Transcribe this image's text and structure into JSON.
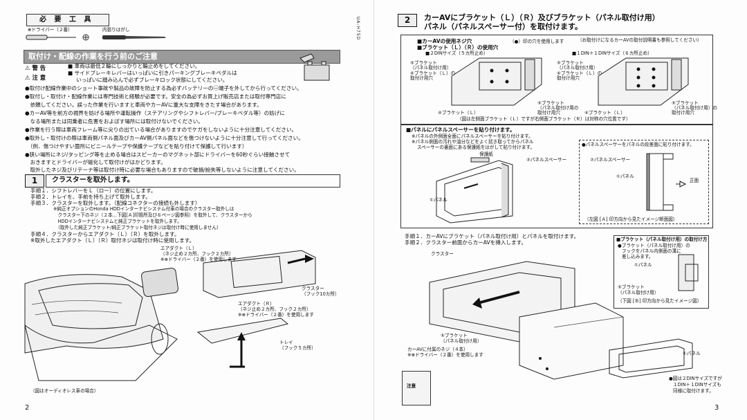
{
  "tools": {
    "title": "必 要 工 具",
    "driver": "⊕ドライバー（２番）",
    "remover": "内張りはがし"
  },
  "model_code": "UA-H75D",
  "caution": {
    "title": "取付け・配線の作業を行う前のご注意",
    "warning_label": "警 告",
    "caution_label": "注 意",
    "warning_text": [
      "車両は最低２輪にしっかりと輪止めをしてください。",
      "サイドブレーキレバーはいっぱいに引きパーキングブレーキペダルは",
      "いっぱいに踏み込んで必ずブレーキロック状態にしてください。"
    ],
    "items": [
      "●取付け配線作業中のショート事故や製品の故障を防止する為必ずバッテリーの㊀端子を外してから行ってください。",
      "●取付し・取付け・配線作業には専門技術と経験が必要です。安全の為必ずお買上げ販売店または取付専門店に",
      "　依頼してください。誤った作業を行いますと車両やカーAVに重大な支障をきたす場合があります。",
      "●カーAV等を前方の視界を妨げる場所や運転操作（ステアリングやシフトレバー/ブレーキペダル等）の妨げに",
      "　なる場所または同乗者に危害をおよぼす場所には取付けないでください。",
      "●作業を行う際は車両フレーム等に尖りの出ている場合がありますのでケガをしないように十分注意してください。",
      "●取外し・取付けの際は車両側パネル面及びカーAV側パネル面などを傷つけないように十分注意して行ってください。",
      "　（例．傷つけやすい箇所にビニールテープや保護テープなどを貼り付けて保護して行います）",
      "●狭い場所にネジ/タッピング等を止める場合はスピーカーのマグネット部にドライバーを60秒ぐらい接触させて",
      "　おきますとドライバーが磁化して取付けがはかどります。",
      "　取外したネジ及びリテーナ等は取付け時に必要な場合もありますので破損/紛失等しないように注意してください。"
    ]
  },
  "step1": {
    "number": "1",
    "title": "クラスターを取外します。",
    "lines": [
      "手順１．シフトレバーをＬ（ロー）の位置にします。",
      "手順２．トレイを、手前を持ち上げて取外します。",
      "手順３．クラスターを取外します。（配線コネクターの接続も外します）",
      "　　　　　※純正オプションのHonda HDDインターナビシステム付車の場合のクラスター取外しは",
      "　　　　　　クラスター下のネジ（２本…下図[Ａ]印箇所及び６ページ図参照）を取外して、クラスターから",
      "　　　　　　HDDインターナビシステムと純正ブラケットを取外します。",
      "　　　　　　（取外した純正ブラケット/純正ブラケット取付ネジは取付け時に使用しません）",
      "手順４．クラスターからエアダクト（Ｌ）（Ｒ）を取外します。",
      "※取外したエアダクト（Ｌ）（Ｒ）取付ネジは取付け時に使用します。"
    ],
    "airduct_l": [
      "エアダクト（Ｌ）",
      "（ネジ止め２カ所、フック２カ所）",
      "※⊕ドライバー（２番）を使用します"
    ],
    "airduct_r": [
      "エアダクト（Ｒ）",
      "（ネジ止め２カ所、フック２カ所）",
      "※⊕ドライバー（２番）を使用します"
    ],
    "cluster": [
      "クラスター",
      "（フック10カ所）"
    ],
    "tray": [
      "トレイ",
      "（フック５カ所）"
    ],
    "figure_note": "（図はオーディオレス車の場合）"
  },
  "page_left": "2",
  "step2": {
    "number": "2",
    "title_line1": "カーAVにブラケット（Ｌ）（Ｒ）及びブラケット（パネル取付け用）",
    "title_line2": "パネル（パネルスペーサー付）を取付けます。",
    "screws_title": "■カーAVの使用ネジ穴",
    "brackets_title": "■ブラケット（Ｌ）（Ｒ）の使用穴",
    "hole_legend": "（●）印の穴を使用します",
    "refer_note": "（お取付けになるカーAVの取付説明書も参照してください）",
    "size_2din": "■２DINサイズ（５カ所止め）",
    "size_1din": "■１DIN＋１DINサイズ（６カ所止め）",
    "bracket_r": [
      "⑤ブラケット",
      "（パネル取付け用）"
    ],
    "bracket_l_hole": [
      "⑥ブラケット（Ｌ）の",
      "取付け用穴"
    ],
    "bracket_l": "④ブラケット（Ｌ）",
    "bracket_panel": [
      "⑤ブラケット",
      "（パネル取付け用の",
      "取付け用穴"
    ],
    "bracket_panel2": [
      "⑤ブラケット",
      "（パネル取付け用）の",
      "取付け用穴"
    ],
    "fig_note_a": "（図は左側面ブラケット（Ｌ）ですが右側面ブラケット（Ｒ）は対称の穴位置です）",
    "spacer_title": "■パネルにパネルスペーサーを貼り付けます。",
    "spacer_lines": [
      "※パネルの外側面全面にパネルスペーサーを貼り付けます。",
      "※パネル側面の汚れや油分などをよく拭き取ってからパネル",
      "スペーサーの裏面にある保護紙をはがして貼り付けます。"
    ],
    "tape_label": "保護紙",
    "panel_spacer": "②パネルスペーサー",
    "panel": "①パネル",
    "inset_title": "●パネルスペーサーをパネルの段差面に貼り付けます。",
    "inset_spacer": "②パネルスペーサー",
    "inset_panel": "①パネル",
    "front_label": "正面",
    "inset_note": "（左図 [Ａ] 印方向から見たイメージ断面図）",
    "procedure": [
      "手順１．カーAVにブラケット（パネル取付け用）とパネルを取付けます。",
      "手順２．クラスター前面からカーAVを挿入します。"
    ],
    "cluster_label": "クラスター",
    "bracket_panel_label": [
      "⑤ブラケット",
      "（パネル取付け用）"
    ],
    "screw_note": [
      "カーAVに付属のネジ（４本）",
      "※⊕ドライバー（２番）を使用します"
    ],
    "panel_label": "①パネル",
    "mount_title": "■ブラケット（パネル取付け用）の取付け方",
    "mount_lines": [
      "●ブラケット（パネル取付け用）の",
      "フックをパネル内側面の溝に",
      "差し込みます。"
    ],
    "mount_panel": "①パネル",
    "mount_bracket": [
      "⑤ブラケット",
      "（パネル取付け用）"
    ],
    "mount_note": "（下図 [Ｂ] 印方向から見たイメージ図）",
    "final_note": [
      "●図は２DINサイズですが",
      "１DIN＋１DINサイズも",
      "同様に取付けます。"
    ],
    "warn_label": "注意"
  },
  "page_right": "3"
}
